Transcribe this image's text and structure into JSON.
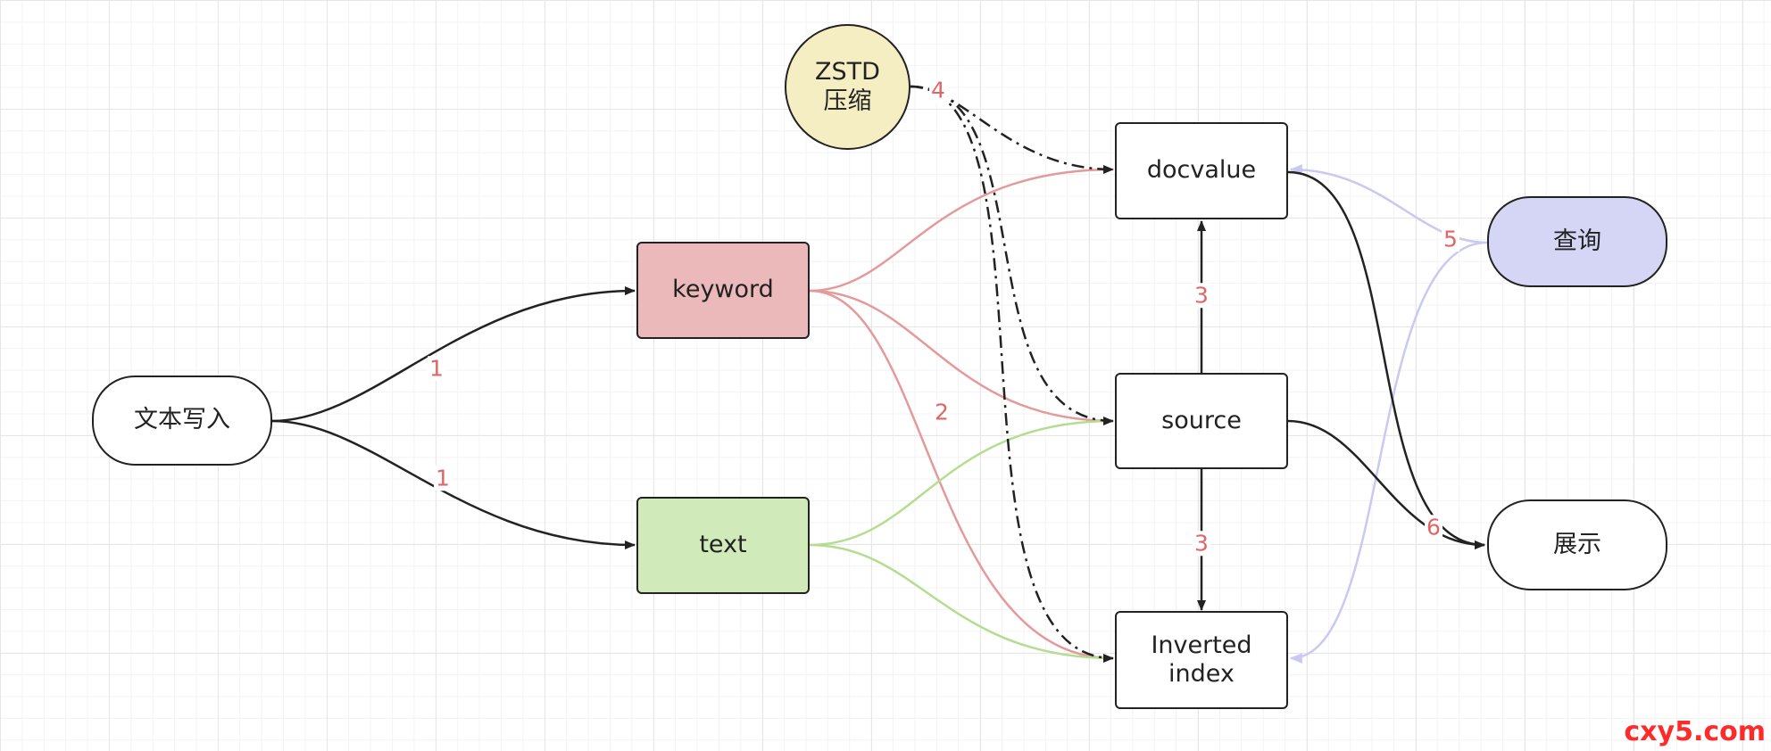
{
  "nodes": {
    "text_input": "文本写入",
    "keyword": "keyword",
    "text": "text",
    "zstd": "ZSTD\n压缩",
    "docvalue": "docvalue",
    "source": "source",
    "inverted_index": "Inverted\nindex",
    "query": "查询",
    "display": "展示"
  },
  "edge_labels": {
    "write_to_keyword": "1",
    "write_to_text": "1",
    "keyword_to_index": "2",
    "source_to_docvalue": "3",
    "source_to_index": "3",
    "zstd_compress": "4",
    "query_edges": "5",
    "display_edges": "6"
  },
  "colors": {
    "keyword_fill": "#ebb9b9",
    "text_fill": "#d1eab9",
    "zstd_fill": "#f6eec3",
    "query_fill": "#d5d5f5",
    "keyword_edge": "#e49a9a",
    "text_edge": "#b4dd90",
    "query_edge": "#c9c9f1",
    "label_red": "#e06666"
  },
  "watermark": "cxy5.com"
}
